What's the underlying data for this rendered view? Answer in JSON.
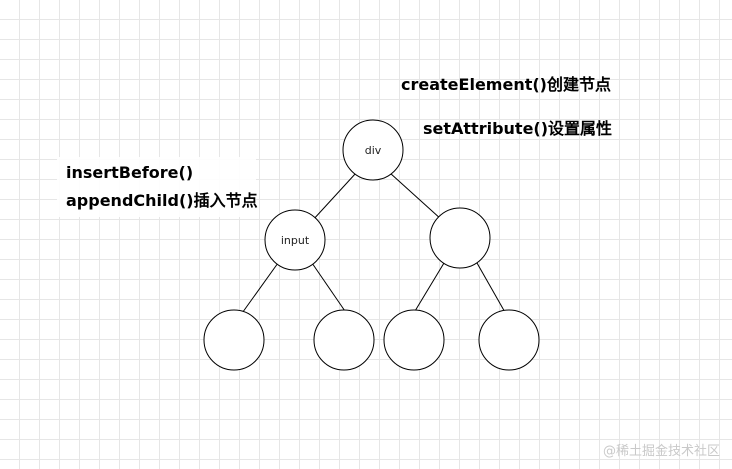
{
  "annotations": {
    "create_element": "createElement()创建节点",
    "set_attribute": "setAttribute()设置属性",
    "insert_before": "insertBefore()",
    "append_child": "appendChild()插入节点"
  },
  "tree": {
    "root_label": "div",
    "left_child_label": "input"
  },
  "watermark": "@稀土掘金技术社区",
  "colors": {
    "grid": "#e6e6e6",
    "stroke": "#000000",
    "text": "#000000",
    "watermark": "#c9c9c9"
  }
}
